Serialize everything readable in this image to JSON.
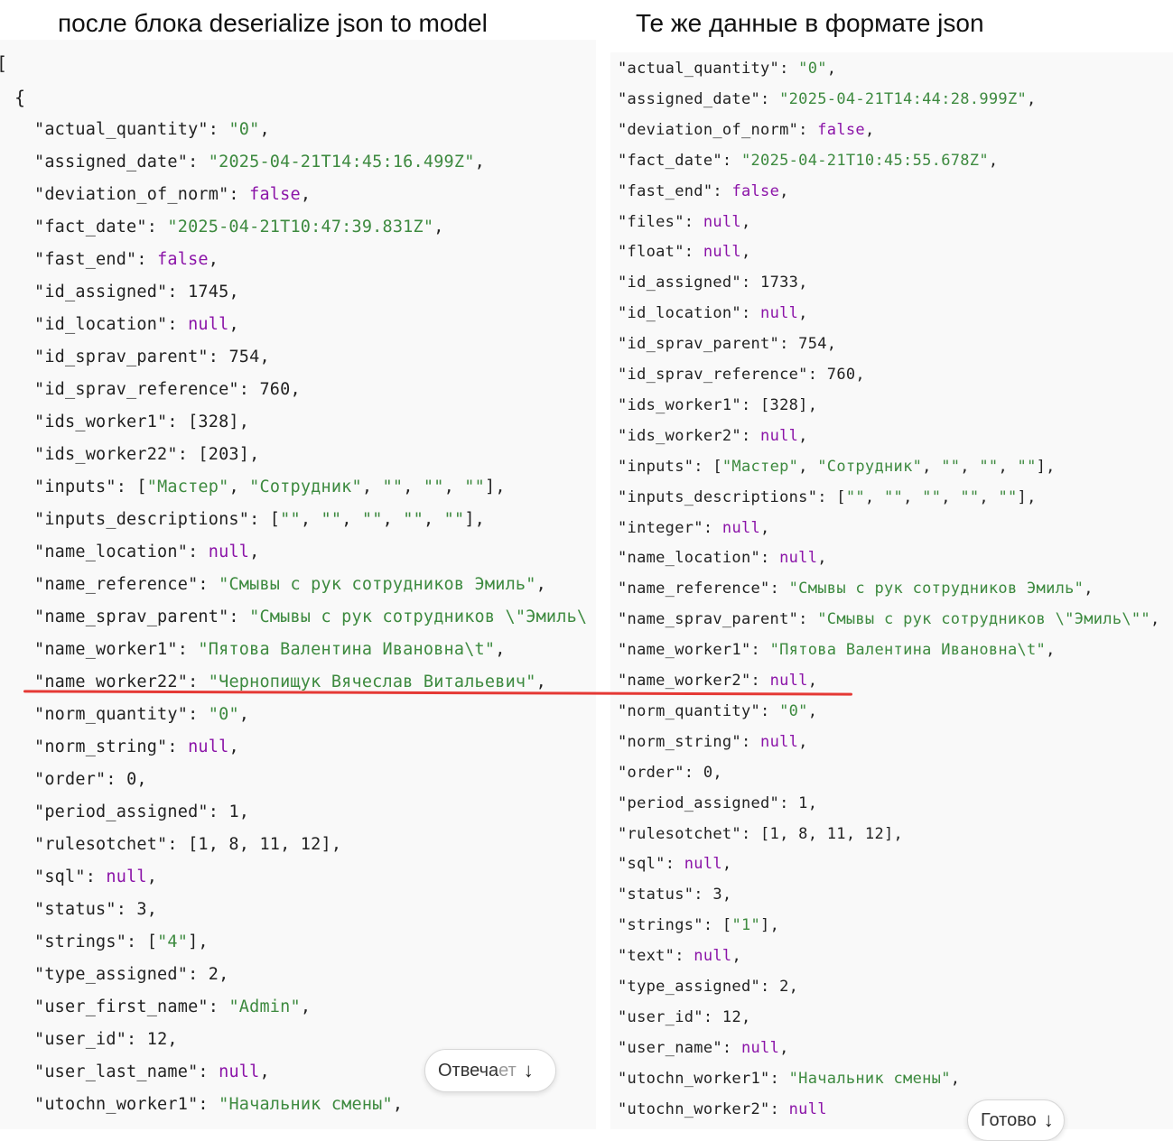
{
  "headings": {
    "left": "после блока deserialize json to model",
    "right": "Те же данные в формате json"
  },
  "left": {
    "open_bracket": "[",
    "open_brace": "{",
    "lines": [
      [
        [
          "k",
          "\"actual_quantity\""
        ],
        [
          "p",
          ": "
        ],
        [
          "s",
          "\"0\""
        ],
        [
          "p",
          ","
        ]
      ],
      [
        [
          "k",
          "\"assigned_date\""
        ],
        [
          "p",
          ": "
        ],
        [
          "s",
          "\"2025-04-21T14:45:16.499Z\""
        ],
        [
          "p",
          ","
        ]
      ],
      [
        [
          "k",
          "\"deviation_of_norm\""
        ],
        [
          "p",
          ": "
        ],
        [
          "l",
          "false"
        ],
        [
          "p",
          ","
        ]
      ],
      [
        [
          "k",
          "\"fact_date\""
        ],
        [
          "p",
          ": "
        ],
        [
          "s",
          "\"2025-04-21T10:47:39.831Z\""
        ],
        [
          "p",
          ","
        ]
      ],
      [
        [
          "k",
          "\"fast_end\""
        ],
        [
          "p",
          ": "
        ],
        [
          "l",
          "false"
        ],
        [
          "p",
          ","
        ]
      ],
      [
        [
          "k",
          "\"id_assigned\""
        ],
        [
          "p",
          ": "
        ],
        [
          "n",
          "1745"
        ],
        [
          "p",
          ","
        ]
      ],
      [
        [
          "k",
          "\"id_location\""
        ],
        [
          "p",
          ": "
        ],
        [
          "l",
          "null"
        ],
        [
          "p",
          ","
        ]
      ],
      [
        [
          "k",
          "\"id_sprav_parent\""
        ],
        [
          "p",
          ": "
        ],
        [
          "n",
          "754"
        ],
        [
          "p",
          ","
        ]
      ],
      [
        [
          "k",
          "\"id_sprav_reference\""
        ],
        [
          "p",
          ": "
        ],
        [
          "n",
          "760"
        ],
        [
          "p",
          ","
        ]
      ],
      [
        [
          "k",
          "\"ids_worker1\""
        ],
        [
          "p",
          ": [328],"
        ]
      ],
      [
        [
          "k",
          "\"ids_worker22\""
        ],
        [
          "p",
          ": [203],"
        ]
      ],
      [
        [
          "k",
          "\"inputs\""
        ],
        [
          "p",
          ": ["
        ],
        [
          "s",
          "\"Мастер\""
        ],
        [
          "p",
          ", "
        ],
        [
          "s",
          "\"Сотрудник\""
        ],
        [
          "p",
          ", "
        ],
        [
          "s",
          "\"\""
        ],
        [
          "p",
          ", "
        ],
        [
          "s",
          "\"\""
        ],
        [
          "p",
          ", "
        ],
        [
          "s",
          "\"\""
        ],
        [
          "p",
          "],"
        ]
      ],
      [
        [
          "k",
          "\"inputs_descriptions\""
        ],
        [
          "p",
          ": ["
        ],
        [
          "s",
          "\"\""
        ],
        [
          "p",
          ", "
        ],
        [
          "s",
          "\"\""
        ],
        [
          "p",
          ", "
        ],
        [
          "s",
          "\"\""
        ],
        [
          "p",
          ", "
        ],
        [
          "s",
          "\"\""
        ],
        [
          "p",
          ", "
        ],
        [
          "s",
          "\"\""
        ],
        [
          "p",
          "],"
        ]
      ],
      [
        [
          "k",
          "\"name_location\""
        ],
        [
          "p",
          ": "
        ],
        [
          "l",
          "null"
        ],
        [
          "p",
          ","
        ]
      ],
      [
        [
          "k",
          "\"name_reference\""
        ],
        [
          "p",
          ": "
        ],
        [
          "s",
          "\"Смывы с рук сотрудников Эмиль\""
        ],
        [
          "p",
          ","
        ]
      ],
      [
        [
          "k",
          "\"name_sprav_parent\""
        ],
        [
          "p",
          ": "
        ],
        [
          "s",
          "\"Смывы с рук сотрудников \\\"Эмиль\\"
        ]
      ],
      [
        [
          "k",
          "\"name_worker1\""
        ],
        [
          "p",
          ": "
        ],
        [
          "s",
          "\"Пятова Валентина Ивановна\\t\""
        ],
        [
          "p",
          ","
        ]
      ],
      [
        [
          "k",
          "\"name_worker22\""
        ],
        [
          "p",
          ": "
        ],
        [
          "s",
          "\"Чернопищук Вячеслав Витальевич\""
        ],
        [
          "p",
          ","
        ]
      ],
      [
        [
          "k",
          "\"norm_quantity\""
        ],
        [
          "p",
          ": "
        ],
        [
          "s",
          "\"0\""
        ],
        [
          "p",
          ","
        ]
      ],
      [
        [
          "k",
          "\"norm_string\""
        ],
        [
          "p",
          ": "
        ],
        [
          "l",
          "null"
        ],
        [
          "p",
          ","
        ]
      ],
      [
        [
          "k",
          "\"order\""
        ],
        [
          "p",
          ": "
        ],
        [
          "n",
          "0"
        ],
        [
          "p",
          ","
        ]
      ],
      [
        [
          "k",
          "\"period_assigned\""
        ],
        [
          "p",
          ": "
        ],
        [
          "n",
          "1"
        ],
        [
          "p",
          ","
        ]
      ],
      [
        [
          "k",
          "\"rulesotchet\""
        ],
        [
          "p",
          ": [1, 8, 11, 12],"
        ]
      ],
      [
        [
          "k",
          "\"sql\""
        ],
        [
          "p",
          ": "
        ],
        [
          "l",
          "null"
        ],
        [
          "p",
          ","
        ]
      ],
      [
        [
          "k",
          "\"status\""
        ],
        [
          "p",
          ": "
        ],
        [
          "n",
          "3"
        ],
        [
          "p",
          ","
        ]
      ],
      [
        [
          "k",
          "\"strings\""
        ],
        [
          "p",
          ": ["
        ],
        [
          "s",
          "\"4\""
        ],
        [
          "p",
          "],"
        ]
      ],
      [
        [
          "k",
          "\"type_assigned\""
        ],
        [
          "p",
          ": "
        ],
        [
          "n",
          "2"
        ],
        [
          "p",
          ","
        ]
      ],
      [
        [
          "k",
          "\"user_first_name\""
        ],
        [
          "p",
          ": "
        ],
        [
          "s",
          "\"Admin\""
        ],
        [
          "p",
          ","
        ]
      ],
      [
        [
          "k",
          "\"user_id\""
        ],
        [
          "p",
          ": "
        ],
        [
          "n",
          "12"
        ],
        [
          "p",
          ","
        ]
      ],
      [
        [
          "k",
          "\"user_last_name\""
        ],
        [
          "p",
          ": "
        ],
        [
          "l",
          "null"
        ],
        [
          "p",
          ","
        ]
      ],
      [
        [
          "k",
          "\"utochn_worker1\""
        ],
        [
          "p",
          ": "
        ],
        [
          "s",
          "\"Начальник смены\""
        ],
        [
          "p",
          ","
        ]
      ]
    ]
  },
  "right": {
    "lines": [
      [
        [
          "k",
          "\"actual_quantity\""
        ],
        [
          "p",
          ": "
        ],
        [
          "s",
          "\"0\""
        ],
        [
          "p",
          ","
        ]
      ],
      [
        [
          "k",
          "\"assigned_date\""
        ],
        [
          "p",
          ": "
        ],
        [
          "s",
          "\"2025-04-21T14:44:28.999Z\""
        ],
        [
          "p",
          ","
        ]
      ],
      [
        [
          "k",
          "\"deviation_of_norm\""
        ],
        [
          "p",
          ": "
        ],
        [
          "l",
          "false"
        ],
        [
          "p",
          ","
        ]
      ],
      [
        [
          "k",
          "\"fact_date\""
        ],
        [
          "p",
          ": "
        ],
        [
          "s",
          "\"2025-04-21T10:45:55.678Z\""
        ],
        [
          "p",
          ","
        ]
      ],
      [
        [
          "k",
          "\"fast_end\""
        ],
        [
          "p",
          ": "
        ],
        [
          "l",
          "false"
        ],
        [
          "p",
          ","
        ]
      ],
      [
        [
          "k",
          "\"files\""
        ],
        [
          "p",
          ": "
        ],
        [
          "l",
          "null"
        ],
        [
          "p",
          ","
        ]
      ],
      [
        [
          "k",
          "\"float\""
        ],
        [
          "p",
          ": "
        ],
        [
          "l",
          "null"
        ],
        [
          "p",
          ","
        ]
      ],
      [
        [
          "k",
          "\"id_assigned\""
        ],
        [
          "p",
          ": "
        ],
        [
          "n",
          "1733"
        ],
        [
          "p",
          ","
        ]
      ],
      [
        [
          "k",
          "\"id_location\""
        ],
        [
          "p",
          ": "
        ],
        [
          "l",
          "null"
        ],
        [
          "p",
          ","
        ]
      ],
      [
        [
          "k",
          "\"id_sprav_parent\""
        ],
        [
          "p",
          ": "
        ],
        [
          "n",
          "754"
        ],
        [
          "p",
          ","
        ]
      ],
      [
        [
          "k",
          "\"id_sprav_reference\""
        ],
        [
          "p",
          ": "
        ],
        [
          "n",
          "760"
        ],
        [
          "p",
          ","
        ]
      ],
      [
        [
          "k",
          "\"ids_worker1\""
        ],
        [
          "p",
          ": [328],"
        ]
      ],
      [
        [
          "k",
          "\"ids_worker2\""
        ],
        [
          "p",
          ": "
        ],
        [
          "l",
          "null"
        ],
        [
          "p",
          ","
        ]
      ],
      [
        [
          "k",
          "\"inputs\""
        ],
        [
          "p",
          ": ["
        ],
        [
          "s",
          "\"Мастер\""
        ],
        [
          "p",
          ", "
        ],
        [
          "s",
          "\"Сотрудник\""
        ],
        [
          "p",
          ", "
        ],
        [
          "s",
          "\"\""
        ],
        [
          "p",
          ", "
        ],
        [
          "s",
          "\"\""
        ],
        [
          "p",
          ", "
        ],
        [
          "s",
          "\"\""
        ],
        [
          "p",
          "],"
        ]
      ],
      [
        [
          "k",
          "\"inputs_descriptions\""
        ],
        [
          "p",
          ": ["
        ],
        [
          "s",
          "\"\""
        ],
        [
          "p",
          ", "
        ],
        [
          "s",
          "\"\""
        ],
        [
          "p",
          ", "
        ],
        [
          "s",
          "\"\""
        ],
        [
          "p",
          ", "
        ],
        [
          "s",
          "\"\""
        ],
        [
          "p",
          ", "
        ],
        [
          "s",
          "\"\""
        ],
        [
          "p",
          "],"
        ]
      ],
      [
        [
          "k",
          "\"integer\""
        ],
        [
          "p",
          ": "
        ],
        [
          "l",
          "null"
        ],
        [
          "p",
          ","
        ]
      ],
      [
        [
          "k",
          "\"name_location\""
        ],
        [
          "p",
          ": "
        ],
        [
          "l",
          "null"
        ],
        [
          "p",
          ","
        ]
      ],
      [
        [
          "k",
          "\"name_reference\""
        ],
        [
          "p",
          ": "
        ],
        [
          "s",
          "\"Смывы с рук сотрудников Эмиль\""
        ],
        [
          "p",
          ","
        ]
      ],
      [
        [
          "k",
          "\"name_sprav_parent\""
        ],
        [
          "p",
          ": "
        ],
        [
          "s",
          "\"Смывы с рук сотрудников \\\"Эмиль\\\"\""
        ],
        [
          "p",
          ","
        ]
      ],
      [
        [
          "k",
          "\"name_worker1\""
        ],
        [
          "p",
          ": "
        ],
        [
          "s",
          "\"Пятова Валентина Ивановна\\t\""
        ],
        [
          "p",
          ","
        ]
      ],
      [
        [
          "k",
          "\"name_worker2\""
        ],
        [
          "p",
          ": "
        ],
        [
          "l",
          "null"
        ],
        [
          "p",
          ","
        ]
      ],
      [
        [
          "k",
          "\"norm_quantity\""
        ],
        [
          "p",
          ": "
        ],
        [
          "s",
          "\"0\""
        ],
        [
          "p",
          ","
        ]
      ],
      [
        [
          "k",
          "\"norm_string\""
        ],
        [
          "p",
          ": "
        ],
        [
          "l",
          "null"
        ],
        [
          "p",
          ","
        ]
      ],
      [
        [
          "k",
          "\"order\""
        ],
        [
          "p",
          ": "
        ],
        [
          "n",
          "0"
        ],
        [
          "p",
          ","
        ]
      ],
      [
        [
          "k",
          "\"period_assigned\""
        ],
        [
          "p",
          ": "
        ],
        [
          "n",
          "1"
        ],
        [
          "p",
          ","
        ]
      ],
      [
        [
          "k",
          "\"rulesotchet\""
        ],
        [
          "p",
          ": [1, 8, 11, 12],"
        ]
      ],
      [
        [
          "k",
          "\"sql\""
        ],
        [
          "p",
          ": "
        ],
        [
          "l",
          "null"
        ],
        [
          "p",
          ","
        ]
      ],
      [
        [
          "k",
          "\"status\""
        ],
        [
          "p",
          ": "
        ],
        [
          "n",
          "3"
        ],
        [
          "p",
          ","
        ]
      ],
      [
        [
          "k",
          "\"strings\""
        ],
        [
          "p",
          ": ["
        ],
        [
          "s",
          "\"1\""
        ],
        [
          "p",
          "],"
        ]
      ],
      [
        [
          "k",
          "\"text\""
        ],
        [
          "p",
          ": "
        ],
        [
          "l",
          "null"
        ],
        [
          "p",
          ","
        ]
      ],
      [
        [
          "k",
          "\"type_assigned\""
        ],
        [
          "p",
          ": "
        ],
        [
          "n",
          "2"
        ],
        [
          "p",
          ","
        ]
      ],
      [
        [
          "k",
          "\"user_id\""
        ],
        [
          "p",
          ": "
        ],
        [
          "n",
          "12"
        ],
        [
          "p",
          ","
        ]
      ],
      [
        [
          "k",
          "\"user_name\""
        ],
        [
          "p",
          ": "
        ],
        [
          "l",
          "null"
        ],
        [
          "p",
          ","
        ]
      ],
      [
        [
          "k",
          "\"utochn_worker1\""
        ],
        [
          "p",
          ": "
        ],
        [
          "s",
          "\"Начальник смены\""
        ],
        [
          "p",
          ","
        ]
      ],
      [
        [
          "k",
          "\"utochn_worker2\""
        ],
        [
          "p",
          ": "
        ],
        [
          "l",
          "null"
        ]
      ]
    ]
  },
  "pills": {
    "left": {
      "text_main": "Отвеча",
      "text_fade": "ет",
      "icon": "arrow-down-icon"
    },
    "right": {
      "text": "Готово",
      "icon": "arrow-down-icon"
    }
  },
  "colors": {
    "string": "#3d8a3f",
    "literal": "#8b14a8",
    "underline": "#e53935",
    "panel_bg": "#f9f9f9"
  }
}
